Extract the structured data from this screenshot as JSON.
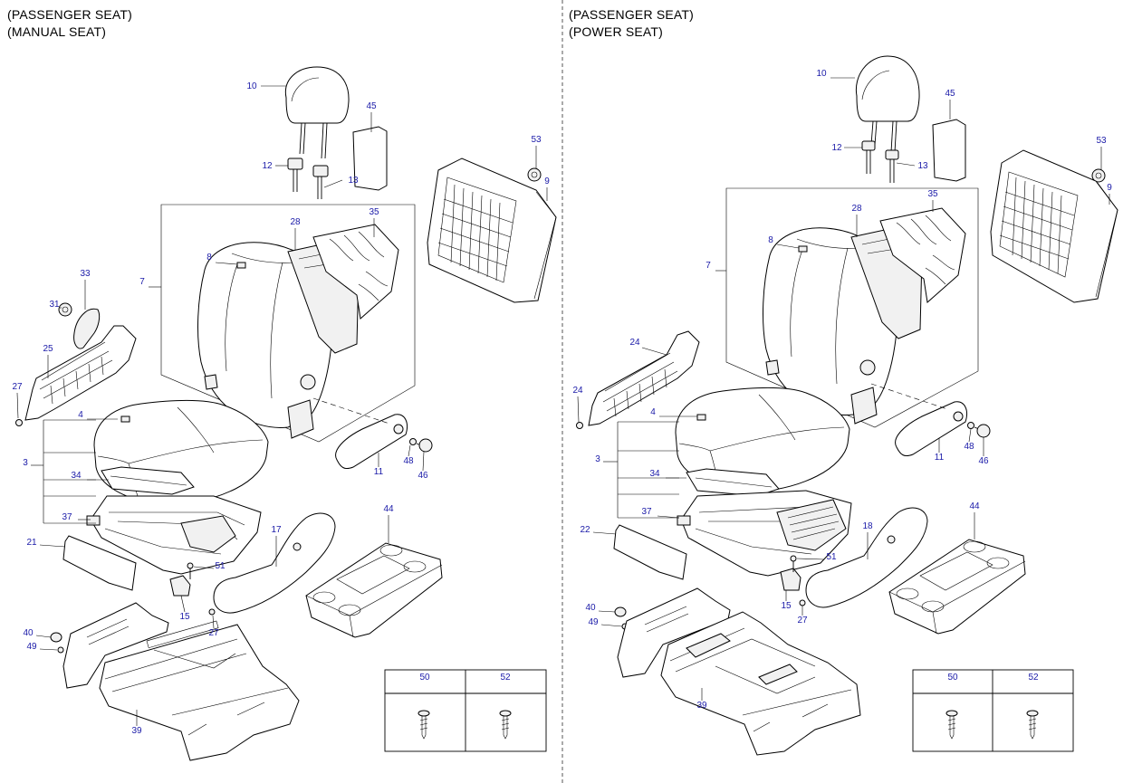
{
  "left_panel": {
    "title_line1": "(PASSENGER SEAT)",
    "title_line2": "(MANUAL SEAT)",
    "callouts": [
      {
        "id": "l-10",
        "text": "10"
      },
      {
        "id": "l-45",
        "text": "45"
      },
      {
        "id": "l-12",
        "text": "12"
      },
      {
        "id": "l-13",
        "text": "13"
      },
      {
        "id": "l-53",
        "text": "53"
      },
      {
        "id": "l-9",
        "text": "9"
      },
      {
        "id": "l-28",
        "text": "28"
      },
      {
        "id": "l-35",
        "text": "35"
      },
      {
        "id": "l-7",
        "text": "7"
      },
      {
        "id": "l-8",
        "text": "8"
      },
      {
        "id": "l-33",
        "text": "33"
      },
      {
        "id": "l-31",
        "text": "31"
      },
      {
        "id": "l-25",
        "text": "25"
      },
      {
        "id": "l-27a",
        "text": "27"
      },
      {
        "id": "l-4",
        "text": "4"
      },
      {
        "id": "l-3",
        "text": "3"
      },
      {
        "id": "l-34",
        "text": "34"
      },
      {
        "id": "l-37",
        "text": "37"
      },
      {
        "id": "l-21",
        "text": "21"
      },
      {
        "id": "l-11",
        "text": "11"
      },
      {
        "id": "l-48",
        "text": "48"
      },
      {
        "id": "l-46",
        "text": "46"
      },
      {
        "id": "l-17",
        "text": "17"
      },
      {
        "id": "l-44",
        "text": "44"
      },
      {
        "id": "l-51",
        "text": "51"
      },
      {
        "id": "l-15",
        "text": "15"
      },
      {
        "id": "l-27b",
        "text": "27"
      },
      {
        "id": "l-40",
        "text": "40"
      },
      {
        "id": "l-49",
        "text": "49"
      },
      {
        "id": "l-39",
        "text": "39"
      }
    ],
    "table": {
      "col1": "50",
      "col2": "52"
    }
  },
  "right_panel": {
    "title_line1": "(PASSENGER SEAT)",
    "title_line2": "(POWER SEAT)",
    "callouts": [
      {
        "id": "r-10",
        "text": "10"
      },
      {
        "id": "r-45",
        "text": "45"
      },
      {
        "id": "r-53",
        "text": "53"
      },
      {
        "id": "r-9",
        "text": "9"
      },
      {
        "id": "r-12",
        "text": "12"
      },
      {
        "id": "r-13",
        "text": "13"
      },
      {
        "id": "r-35",
        "text": "35"
      },
      {
        "id": "r-28",
        "text": "28"
      },
      {
        "id": "r-8",
        "text": "8"
      },
      {
        "id": "r-7",
        "text": "7"
      },
      {
        "id": "r-24a",
        "text": "24"
      },
      {
        "id": "r-24b",
        "text": "24"
      },
      {
        "id": "r-4",
        "text": "4"
      },
      {
        "id": "r-3",
        "text": "3"
      },
      {
        "id": "r-34",
        "text": "34"
      },
      {
        "id": "r-37",
        "text": "37"
      },
      {
        "id": "r-22",
        "text": "22"
      },
      {
        "id": "r-11",
        "text": "11"
      },
      {
        "id": "r-48",
        "text": "48"
      },
      {
        "id": "r-46",
        "text": "46"
      },
      {
        "id": "r-18",
        "text": "18"
      },
      {
        "id": "r-44",
        "text": "44"
      },
      {
        "id": "r-51",
        "text": "51"
      },
      {
        "id": "r-15",
        "text": "15"
      },
      {
        "id": "r-27",
        "text": "27"
      },
      {
        "id": "r-40",
        "text": "40"
      },
      {
        "id": "r-49",
        "text": "49"
      },
      {
        "id": "r-39",
        "text": "39"
      }
    ],
    "table": {
      "col1": "50",
      "col2": "52"
    }
  }
}
